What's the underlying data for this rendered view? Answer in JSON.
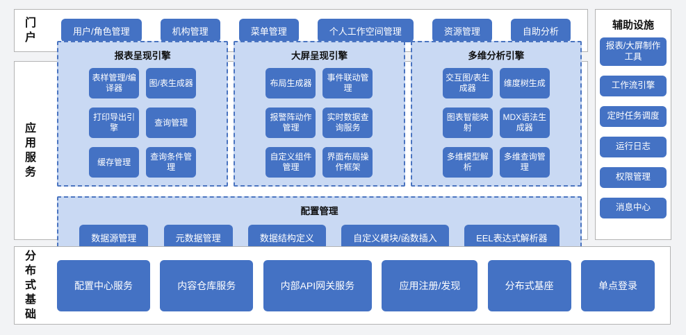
{
  "colors": {
    "button": "#4472c4",
    "panel_bg": "#c9d9f3",
    "panel_border": "#4a74c0"
  },
  "portal": {
    "label": "门户",
    "items": [
      "用户/角色管理",
      "机构管理",
      "菜单管理",
      "个人工作空间管理",
      "资源管理",
      "自助分析"
    ]
  },
  "app_services": {
    "label": "应用服务",
    "engines": [
      {
        "title": "报表呈现引擎",
        "items": [
          "表样管理/编译器",
          "图/表生成器",
          "打印导出引擎",
          "查询管理",
          "缓存管理",
          "查询条件管理"
        ]
      },
      {
        "title": "大屏呈现引擎",
        "items": [
          "布局生成器",
          "事件联动管理",
          "报警阵动作管理",
          "实时数据查询服务",
          "自定义组件管理",
          "界面布局操作框架"
        ]
      },
      {
        "title": "多维分析引擎",
        "items": [
          "交互图/表生成器",
          "维度树生成",
          "图表智能映射",
          "MDX语法生成器",
          "多维模型解析",
          "多维查询管理"
        ]
      }
    ],
    "config": {
      "title": "配置管理",
      "items": [
        "数据源管理",
        "元数据管理",
        "数据结构定义",
        "自定义模块/函数插入",
        "EEL表达式解析器"
      ]
    }
  },
  "auxiliary": {
    "label": "辅助设施",
    "items": [
      "报表/大屏制作工具",
      "工作流引擎",
      "定时任务调度",
      "运行日志",
      "权限管理",
      "消息中心"
    ]
  },
  "distributed": {
    "label": "分布式基础",
    "items": [
      "配置中心服务",
      "内容仓库服务",
      "内部API网关服务",
      "应用注册/发现",
      "分布式基座",
      "单点登录"
    ]
  }
}
